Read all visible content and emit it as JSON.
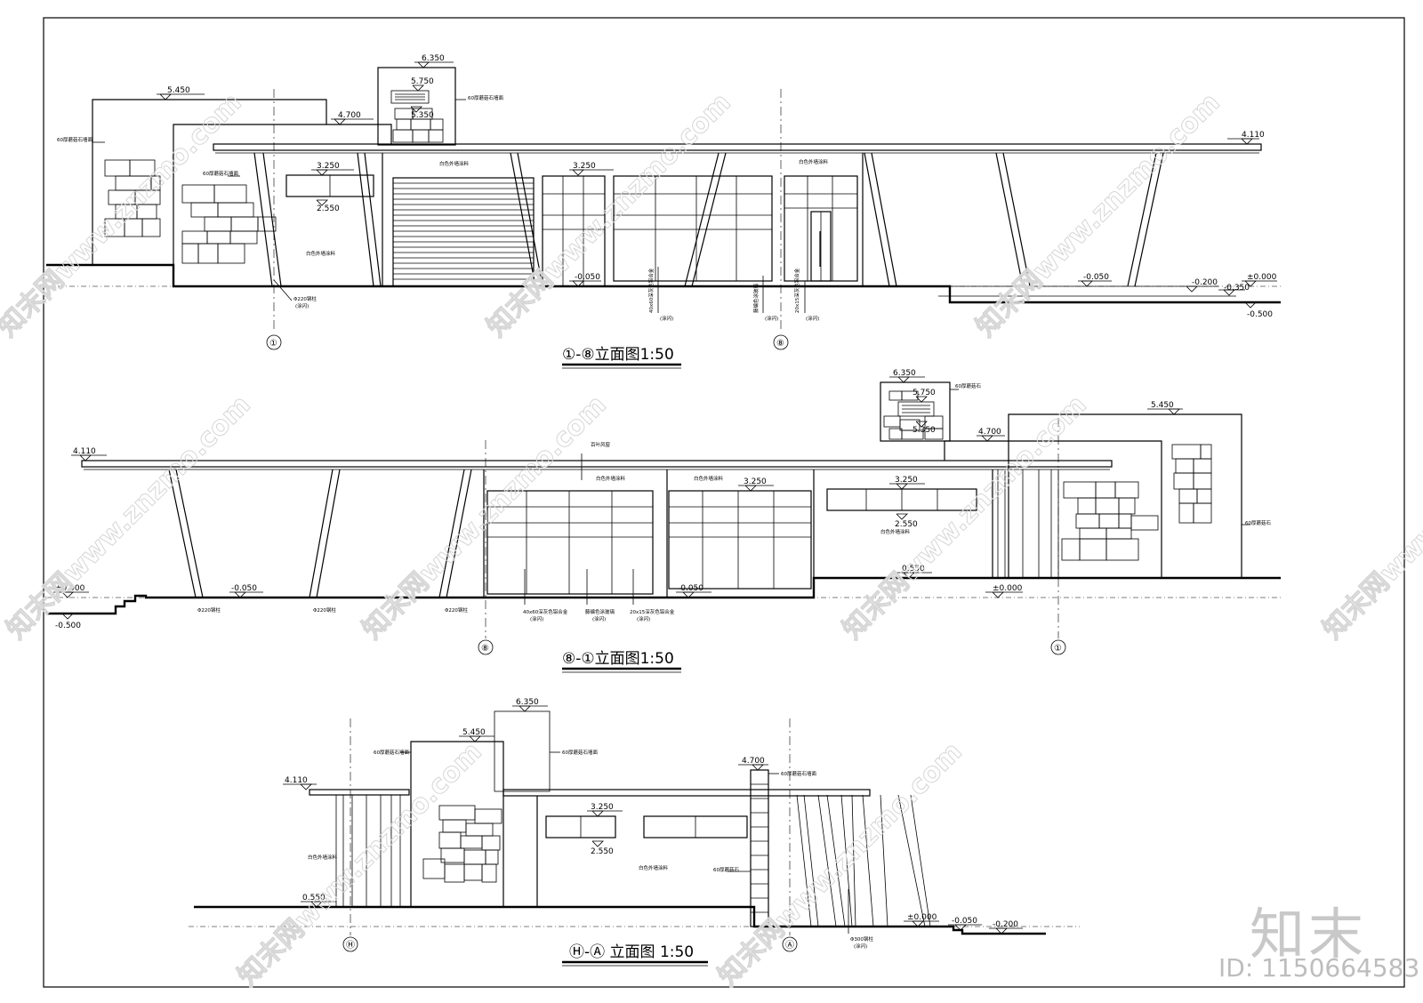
{
  "elevation_1_8": {
    "title": "①-⑧立面图1:50",
    "levels": [
      "6.350",
      "5.750",
      "5.350",
      "5.450",
      "4.700",
      "4.110",
      "3.250",
      "2.550",
      "3.250",
      "-0.050",
      "-0.050",
      "-0.200",
      "±0.000",
      "-0.350",
      "-0.500"
    ],
    "notes": [
      "60厚蘑菇石墙面",
      "60厚蘑菇石墙面",
      "60厚蘑菇石墙面",
      "白色外墙涂料",
      "白色外墙涂料",
      "白色外墙涂料",
      "Φ220钢柱",
      "(涂闪)",
      "40x60深灰色铝合金",
      "(涂闪)",
      "藤编色涂玻璃",
      "(涂闪)",
      "20x15深灰色铝合金",
      "(涂闪)"
    ],
    "axis_labels": [
      "①",
      "⑧"
    ]
  },
  "elevation_8_1": {
    "title": "⑧-①立面图1:50",
    "levels": [
      "6.350",
      "5.750",
      "5.350",
      "5.450",
      "4.700",
      "4.110",
      "3.250",
      "3.250",
      "2.550",
      "±0.000",
      "-0.050",
      "-0.050",
      "0.550",
      "±0.000",
      "-0.500"
    ],
    "notes": [
      "60厚蘑菇石",
      "60厚蘑菇石",
      "百叶风窗",
      "白色外墙涂料",
      "白色外墙涂料",
      "白色外墙涂料",
      "Φ220钢柱",
      "Φ220钢柱",
      "Φ220钢柱",
      "40x60深灰色铝合金",
      "(涂闪)",
      "藤编色涂玻璃",
      "(涂闪)",
      "20x15深灰色铝合金",
      "(涂闪)"
    ],
    "axis_labels": [
      "⑧",
      "①"
    ]
  },
  "elevation_h_a": {
    "title": "Ⓗ-Ⓐ 立面图 1:50",
    "levels": [
      "6.350",
      "5.450",
      "4.700",
      "4.110",
      "3.250",
      "2.550",
      "0.550",
      "±0.000",
      "-0.050",
      "-0.200"
    ],
    "notes": [
      "60厚蘑菇石墙面",
      "60厚蘑菇石墙面",
      "60厚蘑菇石墙面",
      "白色外墙涂料",
      "白色外墙涂料",
      "60厚蘑菇石",
      "Φ300钢柱",
      "(涂闪)"
    ],
    "axis_labels": [
      "Ⓗ",
      "Ⓐ"
    ]
  },
  "watermarks": [
    "知末网www.znzmo.com",
    "知末网www.znzmo.com",
    "知末网www.znzmo.com",
    "知末网www.znzmo.com",
    "知末网www.znzmo.com",
    "知末网www.znzmo.com",
    "知末网www.znzmo.com",
    "知末网www.znzmo.com",
    "知末网www.znzmo.com"
  ],
  "brand": {
    "logo": "知末",
    "id": "ID: 1150664583"
  },
  "colors": {
    "line": "#000000",
    "background": "#ffffff",
    "watermark": "#d6d6d6"
  }
}
